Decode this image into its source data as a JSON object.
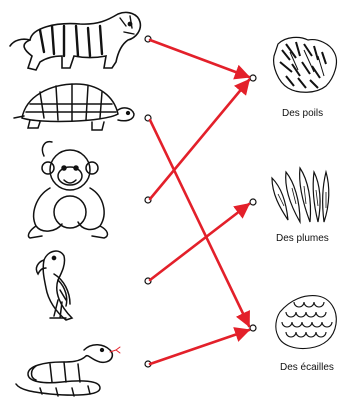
{
  "categories": [
    {
      "id": "poils",
      "label": "Des poils"
    },
    {
      "id": "plumes",
      "label": "Des plumes"
    },
    {
      "id": "ecailles",
      "label": "Des écailles"
    }
  ],
  "animals": [
    {
      "id": "tigre",
      "icon": "tiger-icon",
      "match": "poils"
    },
    {
      "id": "tortue",
      "icon": "turtle-icon",
      "match": "ecailles"
    },
    {
      "id": "singe",
      "icon": "monkey-icon",
      "match": "poils"
    },
    {
      "id": "perroquet",
      "icon": "parrot-icon",
      "match": "plumes"
    },
    {
      "id": "serpent",
      "icon": "snake-icon",
      "match": "ecailles"
    }
  ],
  "colors": {
    "line": "#e3202a",
    "ink": "#111111"
  }
}
